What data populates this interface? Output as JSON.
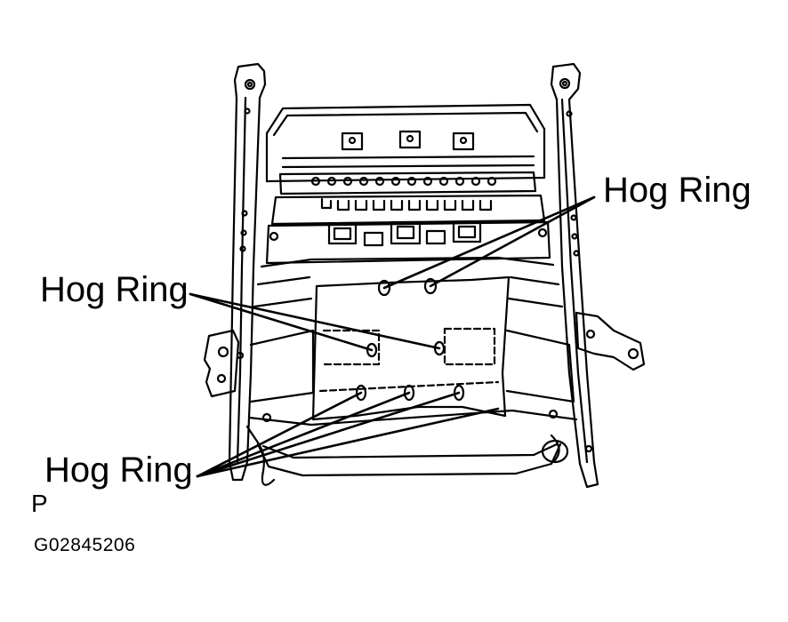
{
  "diagram": {
    "callouts": {
      "top_right": "Hog Ring",
      "left": "Hog Ring",
      "bottom_left": "Hog Ring"
    },
    "view_code": "P",
    "figure_id": "G02845206",
    "line_color": "#000000",
    "background": "#ffffff"
  }
}
